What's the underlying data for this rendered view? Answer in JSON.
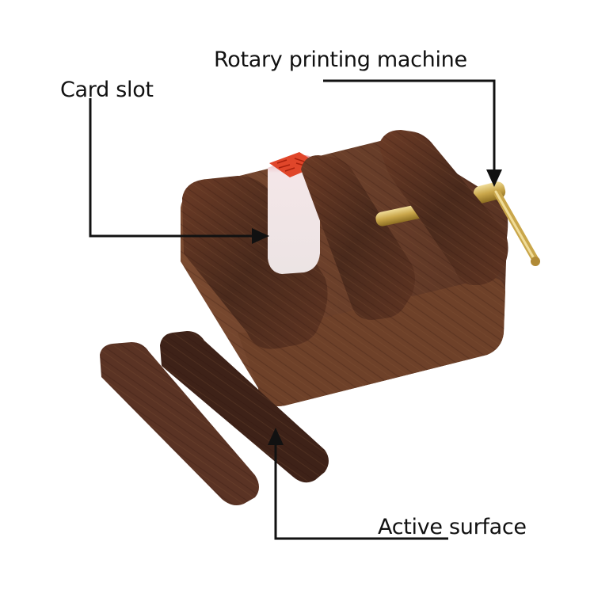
{
  "labels": {
    "rotary": "Rotary printing machine",
    "card_slot": "Card slot",
    "active_surface": "Active surface"
  },
  "colors": {
    "background": "#ffffff",
    "arrow": "#111111",
    "wood_dark": "#3e2218",
    "wood_mid": "#5a3424",
    "wood_light": "#7a4a30",
    "brass": "#c9a64a",
    "seal_stone": "#f1e9ea",
    "seal_red": "#e0462a"
  }
}
